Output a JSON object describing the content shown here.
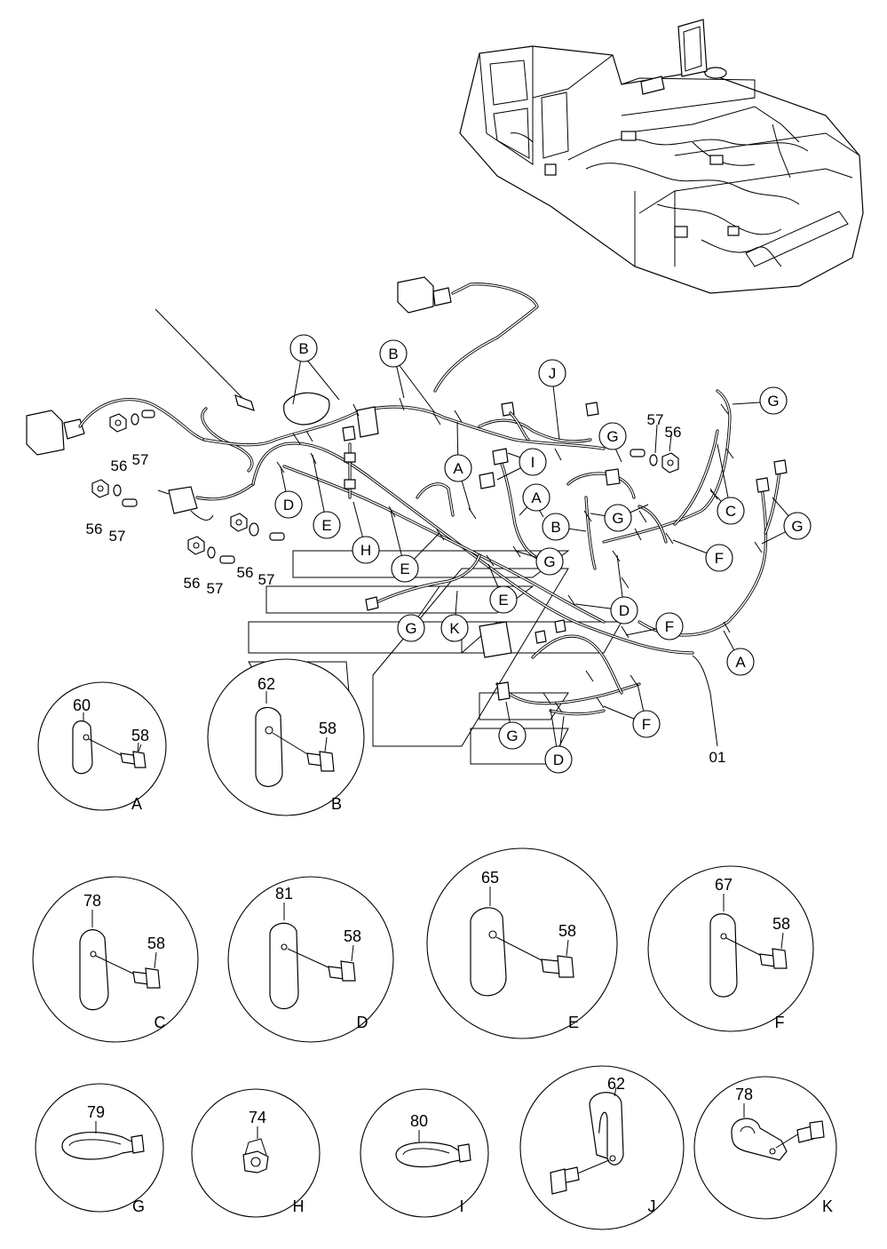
{
  "callouts": {
    "b1": "B",
    "b2": "B",
    "b3": "B",
    "j": "J",
    "g1": "G",
    "g2": "G",
    "g3": "G",
    "g4": "G",
    "g5": "G",
    "g6": "G",
    "c1": "C",
    "d1": "D",
    "d2": "D",
    "d3": "D",
    "e1": "E",
    "e2": "E",
    "e3": "E",
    "h": "H",
    "i": "I",
    "k": "K",
    "a1": "A",
    "a2": "A",
    "a3": "A",
    "f1": "F",
    "f2": "F",
    "f3": "F"
  },
  "part_numbers": {
    "p56a": "56",
    "p57a": "57",
    "p56b": "56",
    "p57b": "57",
    "p56c": "56",
    "p57c": "57",
    "p56d": "56",
    "p57d": "57",
    "p57e": "57",
    "p56e": "56",
    "p01": "01"
  },
  "details": [
    {
      "letter": "A",
      "clip": "60",
      "bolt": "58"
    },
    {
      "letter": "B",
      "clip": "62",
      "bolt": "58"
    },
    {
      "letter": "C",
      "clip": "78",
      "bolt": "58"
    },
    {
      "letter": "D",
      "clip": "81",
      "bolt": "58"
    },
    {
      "letter": "E",
      "clip": "65",
      "bolt": "58"
    },
    {
      "letter": "F",
      "clip": "67",
      "bolt": "58"
    },
    {
      "letter": "G",
      "clip": "79"
    },
    {
      "letter": "H",
      "clip": "74"
    },
    {
      "letter": "I",
      "clip": "80"
    },
    {
      "letter": "J",
      "clip": "62"
    },
    {
      "letter": "K",
      "clip": "78"
    }
  ]
}
